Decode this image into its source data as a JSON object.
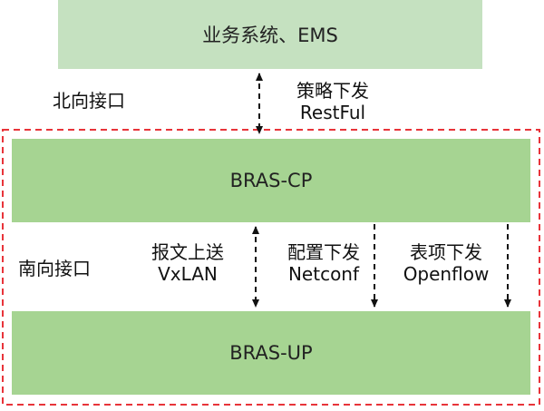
{
  "diagram": {
    "colors": {
      "top_box": "#c5e1c0",
      "node_box": "#a6d492",
      "dashed_border": "#e8343a",
      "arrow": "#111111"
    },
    "top_box": {
      "label": "业务系统、EMS"
    },
    "northbound": {
      "interface_label": "北向接口",
      "arrow_label_cn": "策略下发",
      "arrow_label_en": "RestFul"
    },
    "cp_box": {
      "label": "BRAS-CP"
    },
    "up_box": {
      "label": "BRAS-UP"
    },
    "southbound": {
      "interface_label": "南向接口",
      "links": [
        {
          "label_cn": "报文上送",
          "label_en": "VxLAN",
          "direction": "bidirectional"
        },
        {
          "label_cn": "配置下发",
          "label_en": "Netconf",
          "direction": "down"
        },
        {
          "label_cn": "表项下发",
          "label_en": "Openflow",
          "direction": "down"
        }
      ]
    }
  }
}
